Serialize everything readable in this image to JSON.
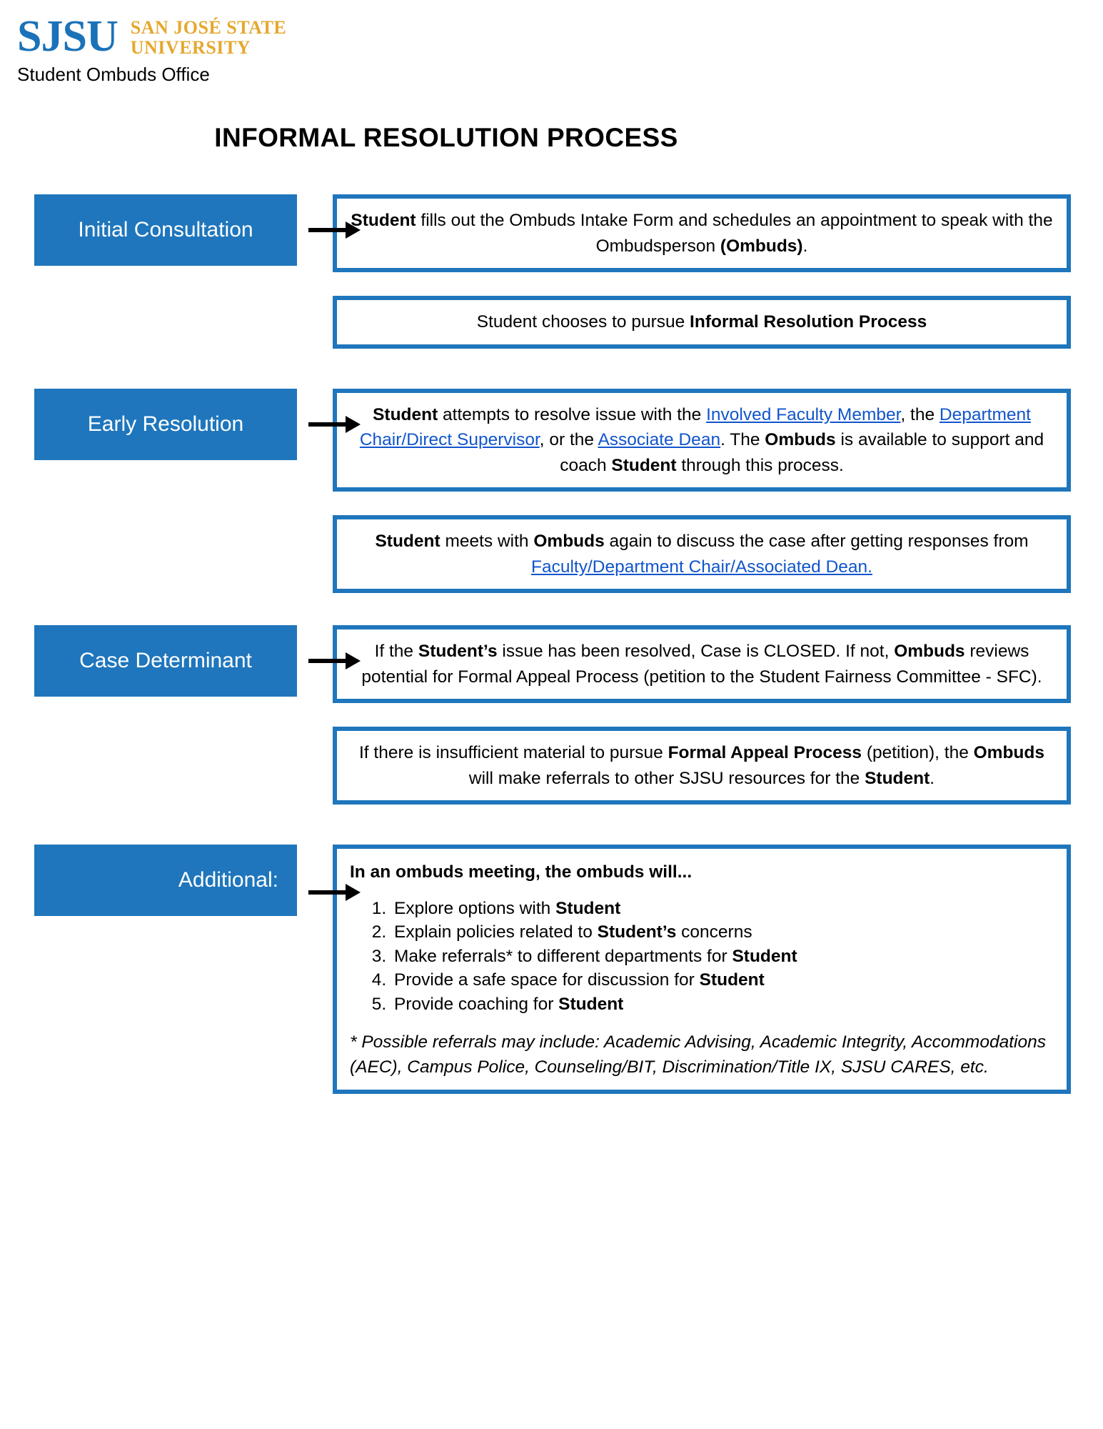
{
  "header": {
    "logo_mark": "SJSU",
    "logo_wordmark_line1": "SAN JOSÉ STATE",
    "logo_wordmark_line2": "UNIVERSITY",
    "office_name": "Student Ombuds Office"
  },
  "title": "INFORMAL RESOLUTION PROCESS",
  "colors": {
    "brand_blue": "#1F76BC",
    "logo_blue": "#1B72B8",
    "logo_gold": "#E5A82E",
    "link_blue": "#1155CC"
  },
  "stages": [
    {
      "label": "Initial Consultation",
      "boxes": [
        {
          "id": "intake-form",
          "text": "Student fills out the Ombuds Intake Form and schedules an appointment to speak with the Ombudsperson (Ombuds)."
        },
        {
          "id": "chooses-informal",
          "text": "Student chooses to pursue Informal Resolution Process"
        }
      ]
    },
    {
      "label": "Early Resolution",
      "boxes": [
        {
          "id": "attempts-resolve",
          "text": "Student attempts to resolve issue with the Involved Faculty Member, the Department Chair/Direct Supervisor, or the Associate Dean. The Ombuds is available to support and coach Student through this process."
        },
        {
          "id": "meets-again",
          "text": "Student meets with Ombuds again to discuss the case after getting responses from Faculty/Department Chair/Associated Dean."
        }
      ]
    },
    {
      "label": "Case Determinant",
      "boxes": [
        {
          "id": "case-closed",
          "text": "If the Student’s issue has been resolved, Case is CLOSED. If not, Ombuds reviews potential for Formal Appeal Process (petition to the Student Fairness Committee - SFC)."
        },
        {
          "id": "insufficient-material",
          "text": "If there is insufficient material to pursue Formal Appeal Process (petition), the Ombuds will make referrals to other SJSU resources for the Student."
        }
      ]
    },
    {
      "label": "Additional:",
      "boxes": [
        {
          "id": "ombuds-meeting",
          "text": "In an ombuds meeting, the ombuds will..."
        }
      ]
    }
  ],
  "additional": {
    "heading": "In an ombuds meeting, the ombuds will...",
    "steps": [
      "Explore options with Student",
      "Explain policies related to Student’s concerns",
      "Make referrals* to different departments for Student",
      "Provide a safe space for discussion for Student",
      "Provide coaching for Student"
    ],
    "footnote": "* Possible referrals may include: Academic Advising, Academic Integrity, Accommodations (AEC), Campus Police, Counseling/BIT, Discrimination/Title IX, SJSU CARES, etc."
  },
  "links": [
    "Involved Faculty Member",
    "Department Chair/Direct Supervisor",
    "Associate Dean",
    "Faculty/Department Chair/Associated Dean."
  ]
}
